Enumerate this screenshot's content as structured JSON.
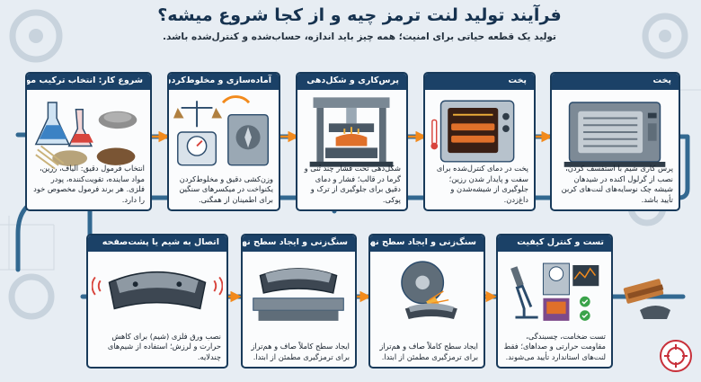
{
  "header": {
    "title": "فرآیند تولید لنت ترمز چیه و از کجا شروع میشه؟",
    "subtitle": "تولید یک قطعه حیاتی برای امنیت؛ همه چیز باید اندازه، حساب‌شده و کنترل‌شده باشد."
  },
  "steps_top": [
    {
      "title": "شروع کار: انتخاب ترکیب مواد",
      "desc": "انتخاب فرمول دقیق: الیاف، رزین، مواد ساینده، تقویت‌کننده، پودر فلزی. هر برند فرمول مخصوص خود را دارد."
    },
    {
      "title": "آماده‌سازی و مخلوط‌کردن",
      "desc": "وزن‌کشی دقیق و مخلوط‌کردن یکنواخت در میکسرهای سنگین برای اطمینان از همگنی."
    },
    {
      "title": "پرس‌کاری و شکل‌دهی",
      "desc": "شکل‌دهی تحت فشار چند تُنی و گرما در قالب؛ فشار و دمای دقیق برای جلوگیری از ترک و پوکی."
    },
    {
      "title": "پخت",
      "desc": "پخت در دمای کنترل‌شده برای سفت و پایدار شدن رزین؛ جلوگیری از شیشه‌شدن و داغ‌زدن."
    },
    {
      "title": "پخت",
      "desc": "پرس کاری شیم با استفسف کردن، نصب از گرلول اکنده در شیدهان شیشه چک نو‌سایه‌های لنت‌های کربن تأیید باشد."
    }
  ],
  "steps_bottom": [
    {
      "title": "اتصال به شیم یا پشت‌صفحه",
      "desc": "نصب ورق فلزی (شیم) برای کاهش حرارت و لرزش؛ استفاده از شیم‌های چندلایه."
    },
    {
      "title": "سنگ‌زنی و ایجاد سطح نهایی",
      "desc": "ایجاد سطح کاملاً صاف و هم‌تراز برای ترمزگیری مطمئن از ابتدا."
    },
    {
      "title": "سنگ‌زنی و ایجاد سطح نهایی",
      "desc": "ایجاد سطح کاملاً صاف و هم‌تراز برای ترمزگیری مطمئن از ابتدا."
    },
    {
      "title": "تست و کنترل کیفیت",
      "desc": "تست ضخامت، چسبندگی، مقاومت حرارتی و صداهای؛ فقط لنت‌های استاندارد تأیید می‌شوند."
    }
  ],
  "colors": {
    "navy": "#1b4167",
    "flow": "#1f5a86",
    "arrow": "#f28a1c",
    "background": "#e7edf3"
  },
  "icons": [
    "flask-icon",
    "scale-icon",
    "mixer-icon",
    "press-icon",
    "oven-icon",
    "brake-pad-icon",
    "grinder-icon",
    "microscope-icon",
    "gear-icon",
    "logo-icon"
  ]
}
